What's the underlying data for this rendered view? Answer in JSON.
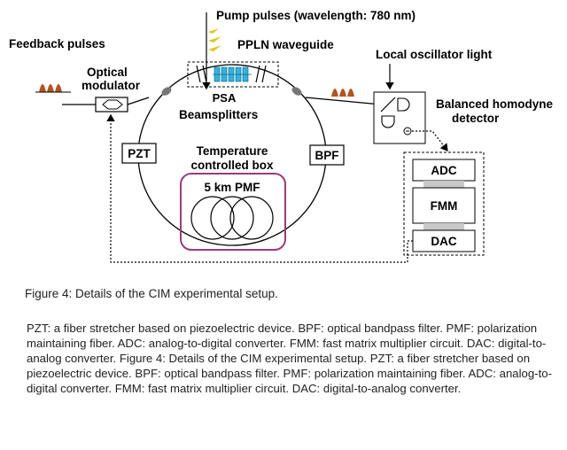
{
  "labels": {
    "pump": "Pump pulses (wavelength: 780 nm)",
    "feedback": "Feedback pulses",
    "ppln": "PPLN waveguide",
    "modulator_1": "Optical",
    "modulator_2": "modulator",
    "psa": "PSA",
    "beamsplitters": "Beamsplitters",
    "local_osc": "Local oscillator light",
    "bhd_1": "Balanced homodyne",
    "bhd_2": "detector",
    "pzt": "PZT",
    "bpf": "BPF",
    "temp_1": "Temperature",
    "temp_2": "controlled box",
    "pmf": "5 km PMF",
    "adc": "ADC",
    "fmm": "FMM",
    "dac": "DAC"
  },
  "colors": {
    "pulse_orange": "#b5541c",
    "pump_yellow": "#e6c619",
    "ppln_blue": "#2fb4e0",
    "pmf_box": "#9c3a78",
    "box_gray": "#c8c8c8"
  },
  "caption": {
    "title": "Figure 4: Details of the CIM experimental setup.",
    "body": "PZT: a fiber stretcher based on piezoelectric device. BPF: optical bandpass filter. PMF: polarization maintaining fiber. ADC: analog-to-digital converter. FMM: fast matrix multiplier circuit. DAC: digital-to-analog converter. Figure 4: Details of the CIM experimental setup. PZT: a fiber stretcher based on piezoelectric device. BPF: optical bandpass filter. PMF: polarization maintaining fiber. ADC: analog-to-digital converter. FMM: fast matrix multiplier circuit. DAC: digital-to-analog converter."
  }
}
